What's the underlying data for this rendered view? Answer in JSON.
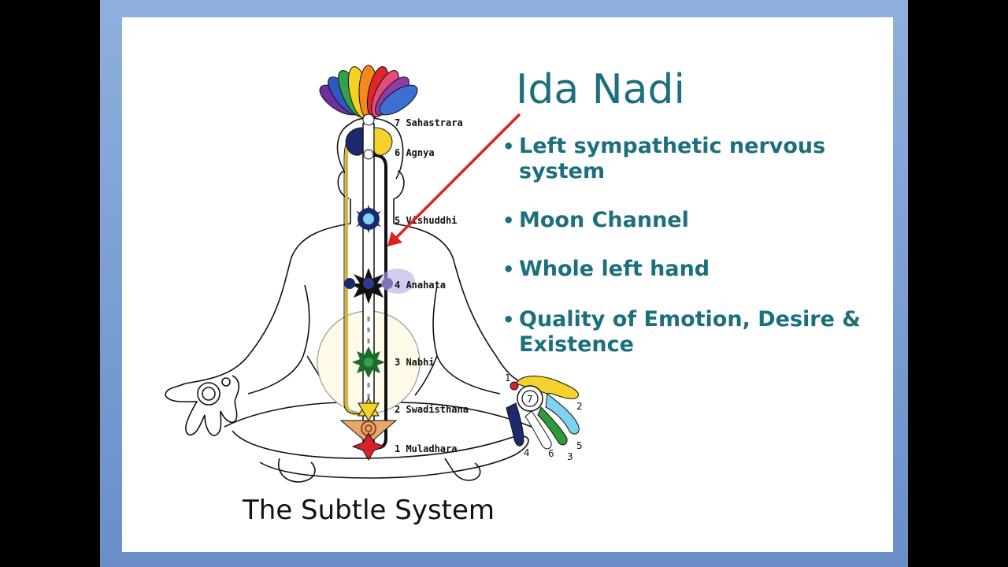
{
  "title": "Ida Nadi",
  "bullets": [
    {
      "text": "Left sympathetic nervous system"
    },
    {
      "text": "Moon Channel"
    },
    {
      "text": "Whole left hand"
    },
    {
      "text": "Quality of Emotion, Desire & Existence"
    }
  ],
  "caption": "The Subtle System",
  "chakras": [
    {
      "label": "7 Sahastrara"
    },
    {
      "label": "6 Agnya"
    },
    {
      "label": "5 Vishuddhi"
    },
    {
      "label": "4 Anahata"
    },
    {
      "label": "3 Nabhi"
    },
    {
      "label": "2 Swadisthana"
    },
    {
      "label": "1 Muladhara"
    }
  ],
  "hand_numbers": [
    "1",
    "2",
    "4",
    "6",
    "3",
    "5",
    "7"
  ],
  "colors": {
    "title": "#1c6f7c",
    "arrow": "#e02020",
    "ida_channel": "#111111",
    "pingala_channel": "#d8b23a",
    "frame": "#7c9fd4"
  }
}
